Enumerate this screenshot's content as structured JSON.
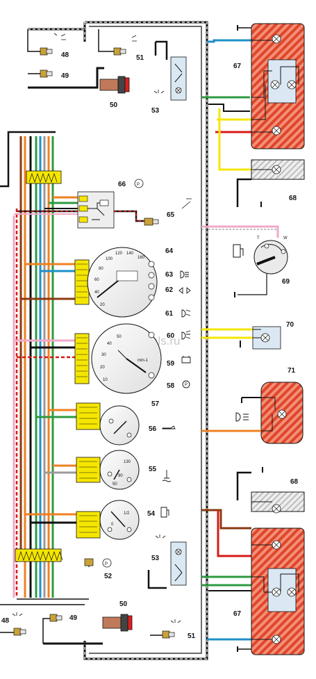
{
  "labels": {
    "c48a": "48",
    "c49a": "49",
    "c50a": "50",
    "c51a": "51",
    "c53a": "53",
    "c67a": "67",
    "c68a": "68",
    "c66": "66",
    "c65": "65",
    "c64": "64",
    "c63": "63",
    "c62": "62",
    "c61": "61",
    "c69": "69",
    "c60": "60",
    "c59": "59",
    "c70": "70",
    "c58": "58",
    "c57": "57",
    "c71": "71",
    "c56": "56",
    "c55": "55",
    "c54": "54",
    "c52": "52",
    "c53b": "53",
    "c50b": "50",
    "c67b": "67",
    "c68b": "68",
    "c48b": "48",
    "c49b": "49",
    "c51b": "51"
  },
  "markings": {
    "parking_symbol": "P",
    "tank_t": "T",
    "tank_w": "W",
    "speedo_ticks": [
      "20",
      "40",
      "60",
      "80",
      "100",
      "120",
      "140",
      "160"
    ],
    "tacho_ticks": [
      "10",
      "20",
      "30",
      "40",
      "50"
    ],
    "tacho_unit": "min-1",
    "temp_ticks": [
      "130",
      "90",
      "50"
    ],
    "fuel_ticks": [
      "0",
      "1/2"
    ]
  },
  "watermark": "Carmanuals.ru",
  "wire_colors": {
    "white": "#ffffff",
    "black": "#111111",
    "red": "#d81818",
    "orange": "#f08020",
    "blue": "#1e90c8",
    "green": "#2e9a40",
    "yellow": "#f5e600",
    "pink": "#f0a8c8",
    "brown": "#8b3a10",
    "grey": "#9a9a9a"
  }
}
